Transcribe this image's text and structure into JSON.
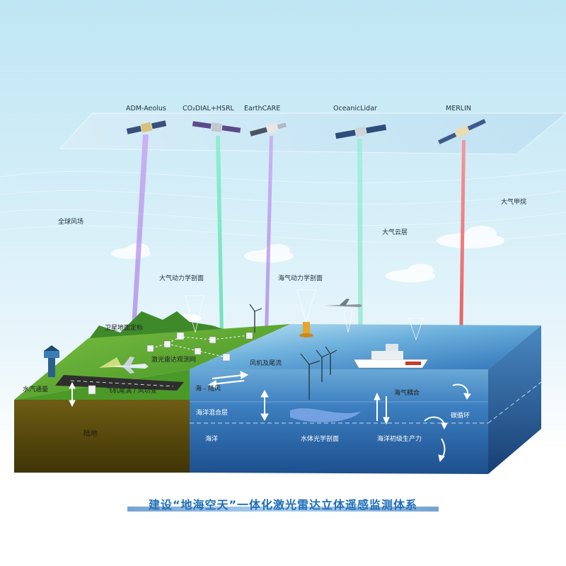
{
  "satellites": [
    {
      "name": "ADM-Aeolus",
      "beam_color": "#c79cf0"
    },
    {
      "name": "CO₂DIAL+HSRL",
      "beam_color": "#7ff0c8"
    },
    {
      "name": "EarthCARE",
      "beam_color": "#d6b8f5"
    },
    {
      "name": "OceanicLidar",
      "beam_color": "#a4f0d8"
    },
    {
      "name": "MERLIN",
      "beam_color": "#ff6b6b"
    }
  ],
  "labels": {
    "global_wind": "全球风场",
    "methane": "大气甲烷",
    "cloud_layer": "大气云层",
    "atm_dyn_profile": "大气动力学剖面",
    "sea_atm_dyn_profile": "海气动力学剖面",
    "satellite_ground_calibration": "卫星地面定标",
    "lidar_network": "激光雷达观测网",
    "turbine_wake": "风机及尾流",
    "water_vapor_flux": "水汽通量",
    "aircraft_wake": "飞机尾涡 / 风切变",
    "sea_land_breeze": "海 - 陆风",
    "air_sea_coupling": "海气耦合",
    "ocean_mixed_layer": "海洋混合层",
    "carbon_cycle": "碳循环",
    "land": "陆地",
    "ocean": "海洋",
    "water_optical_profile": "水体光学剖面",
    "ocean_primary_production": "海洋初级生产力"
  },
  "title": "建设“地海空天”一体化激光雷达立体遥感监测体系",
  "colors": {
    "land_green": "#5aa82a",
    "land_soil": "#6b5a12",
    "ocean_top": "#4a8fc8",
    "ocean_side": "#2b5f9e",
    "title_blue": "#1f6fb8"
  }
}
